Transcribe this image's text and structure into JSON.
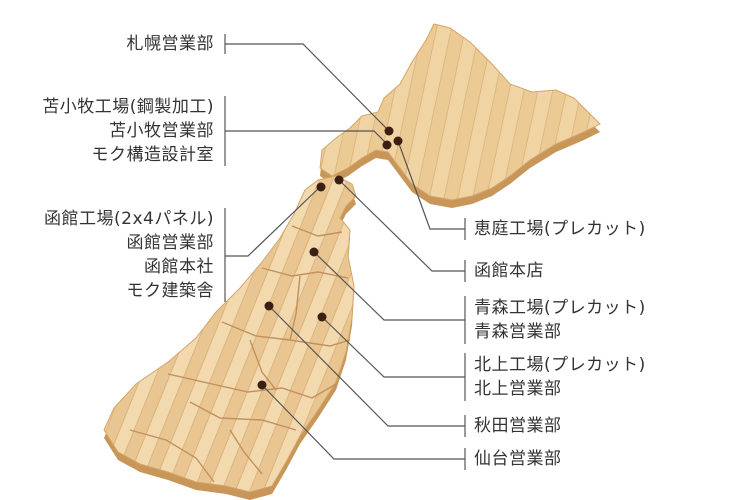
{
  "colors": {
    "wood_light": "#f1d6a8",
    "wood_mid": "#e6c08a",
    "wood_dark": "#d2a66b",
    "wood_edge": "#c9965a",
    "pin": "#3b1f12",
    "leader_line": "#555555",
    "text": "#333333"
  },
  "locations": {
    "sapporo": {
      "lines": [
        "札幌営業部"
      ]
    },
    "tomakomai": {
      "lines": [
        "苫小牧工場(鋼製加工)",
        "苫小牧営業部",
        "モク構造設計室"
      ]
    },
    "hakodate": {
      "lines": [
        "函館工場(2x4パネル)",
        "函館営業部",
        "函館本社",
        "モク建築舎"
      ]
    },
    "eniwa": {
      "lines": [
        "恵庭工場(プレカット)"
      ]
    },
    "hakodate_store": {
      "lines": [
        "函館本店"
      ]
    },
    "aomori": {
      "lines": [
        "青森工場(プレカット)",
        "青森営業部"
      ]
    },
    "kitakami": {
      "lines": [
        "北上工場(プレカット)",
        "北上営業部"
      ]
    },
    "akita": {
      "lines": [
        "秋田営業部"
      ]
    },
    "sendai": {
      "lines": [
        "仙台営業部"
      ]
    }
  }
}
